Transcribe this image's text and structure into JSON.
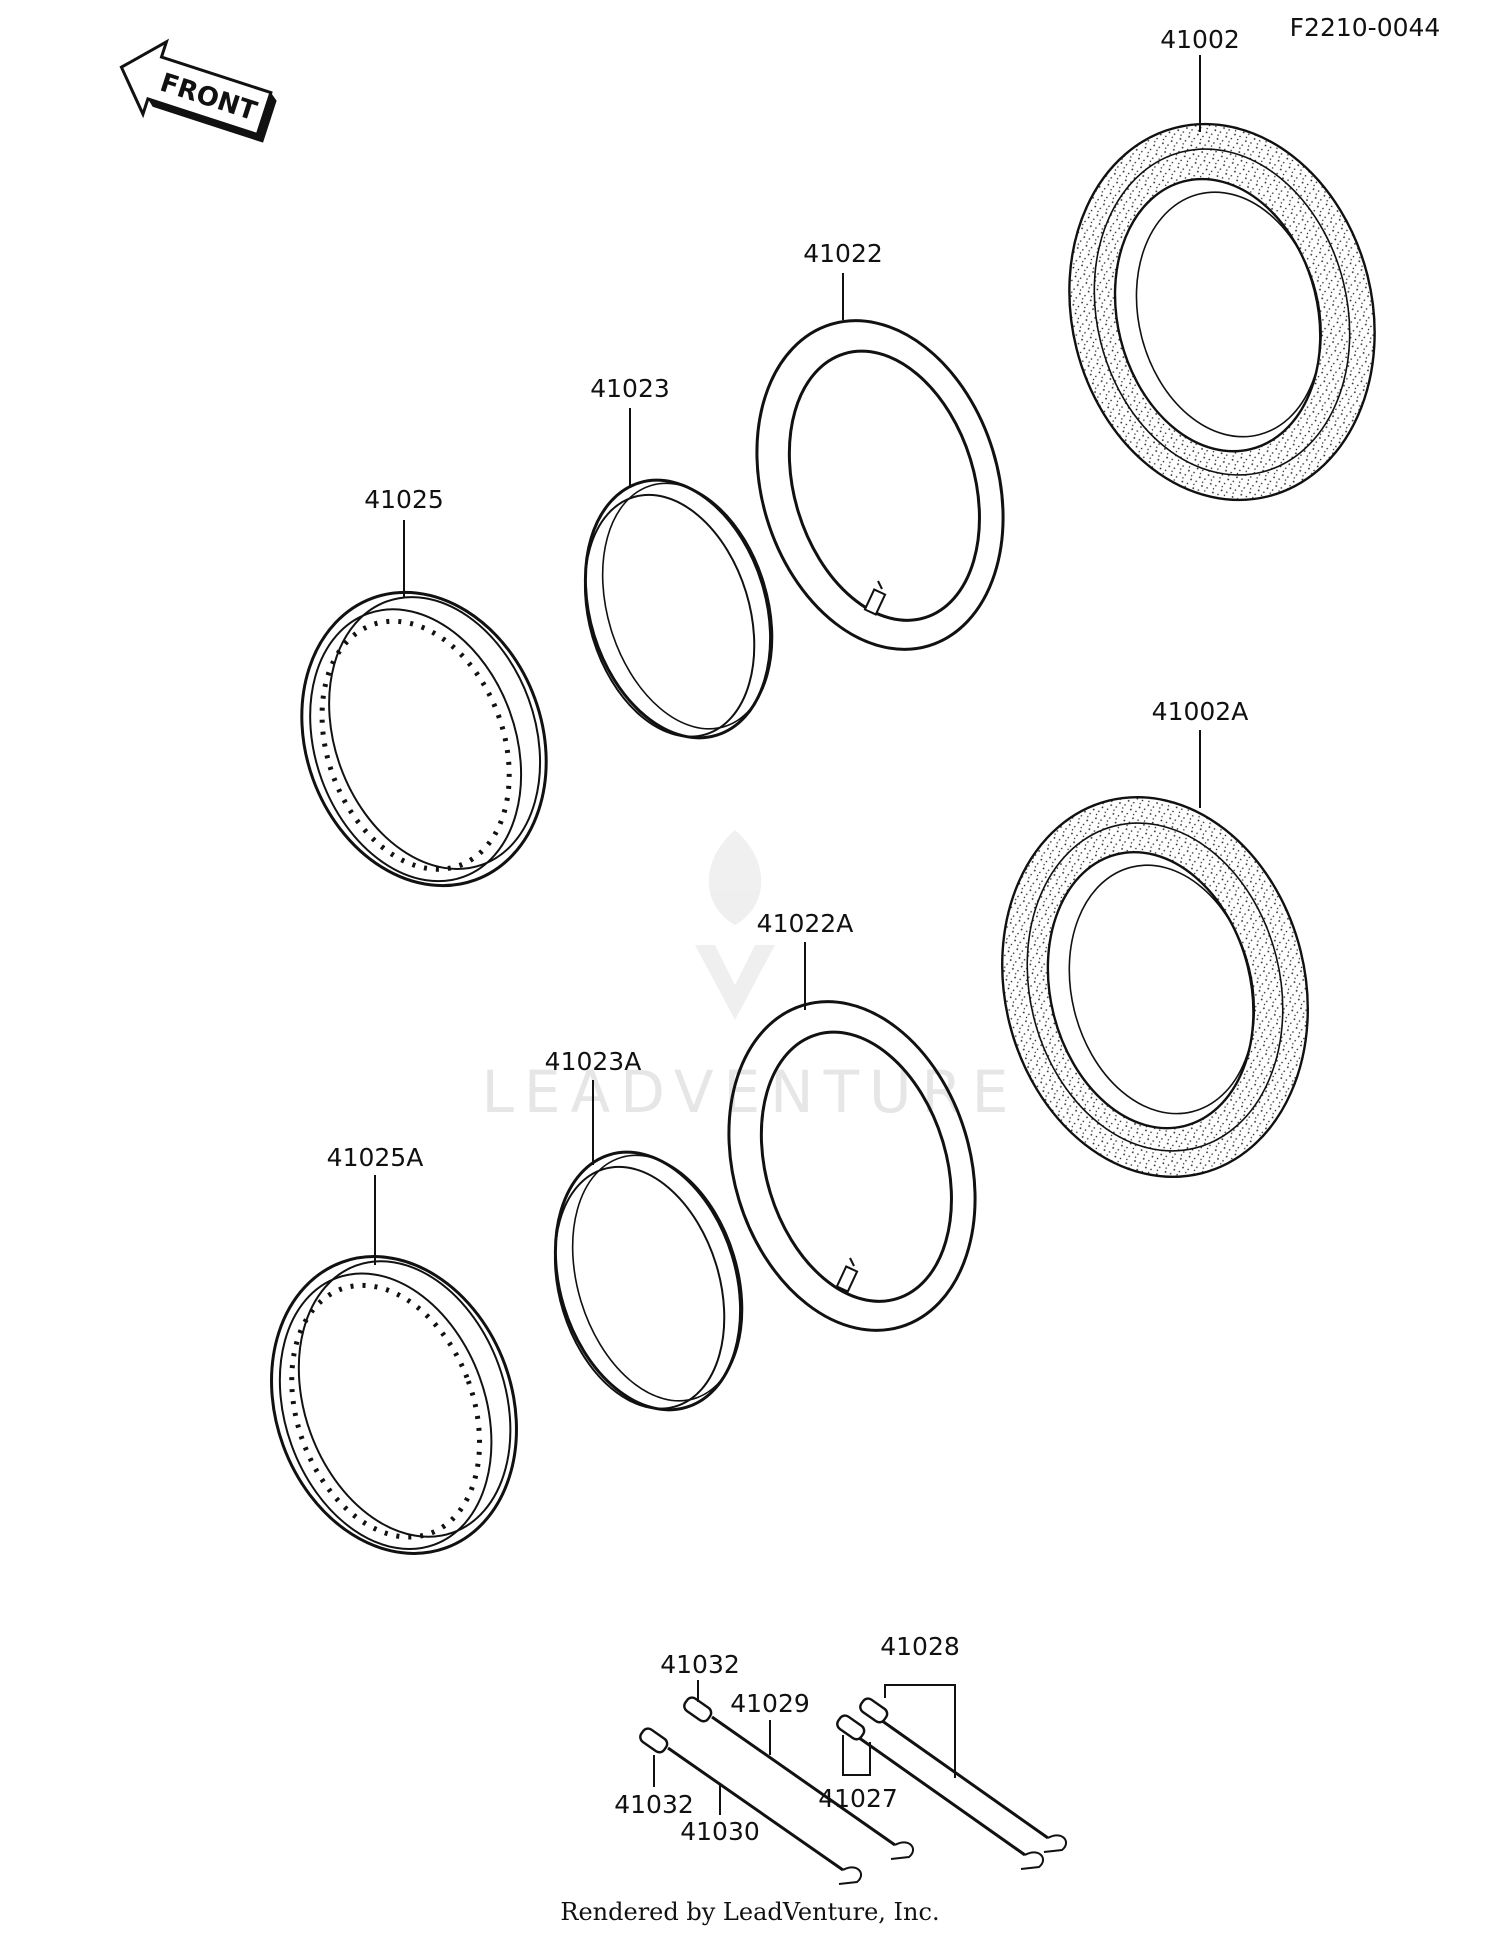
{
  "diagram_code": "F2210-0044",
  "front_arrow_label": "FRONT",
  "watermark": "LEADVENTURE",
  "footer": "Rendered by LeadVenture, Inc.",
  "parts": {
    "tire_front": "41002",
    "tire_rear": "41002A",
    "tube_front": "41022",
    "tube_rear": "41022A",
    "rim_band_front": "41023",
    "rim_band_rear": "41023A",
    "rim_front": "41025",
    "rim_rear": "41025A",
    "spoke_set": "41028",
    "nipple_upper": "41032",
    "spoke_upper": "41029",
    "nipple_lower": "41032",
    "spoke_lower": "41030",
    "nipple_pair": "41027"
  }
}
